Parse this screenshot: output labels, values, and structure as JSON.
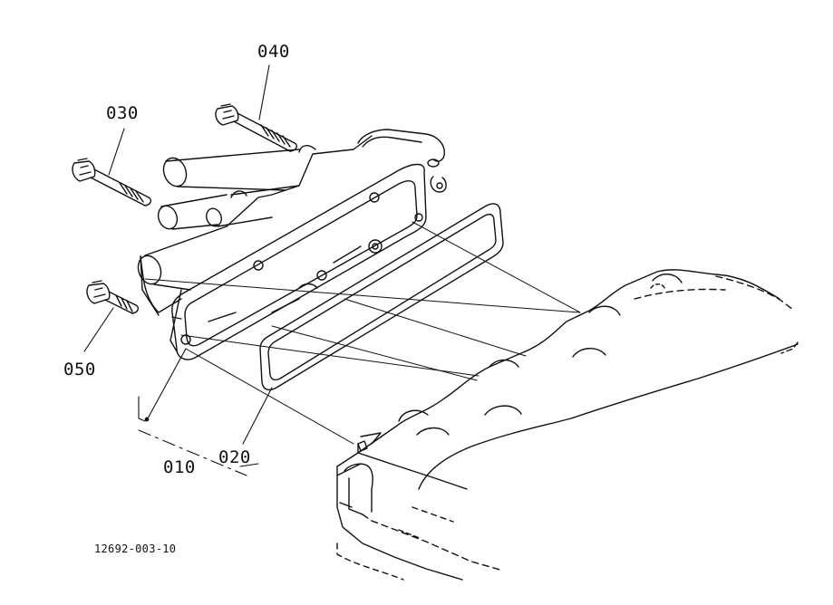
{
  "labels": {
    "p040": "040",
    "p030": "030",
    "p050": "050",
    "p010": "010",
    "p020": "020"
  },
  "drawing_id": "12692-003-10",
  "colors": {
    "ink": "#111111",
    "paper": "#ffffff"
  }
}
